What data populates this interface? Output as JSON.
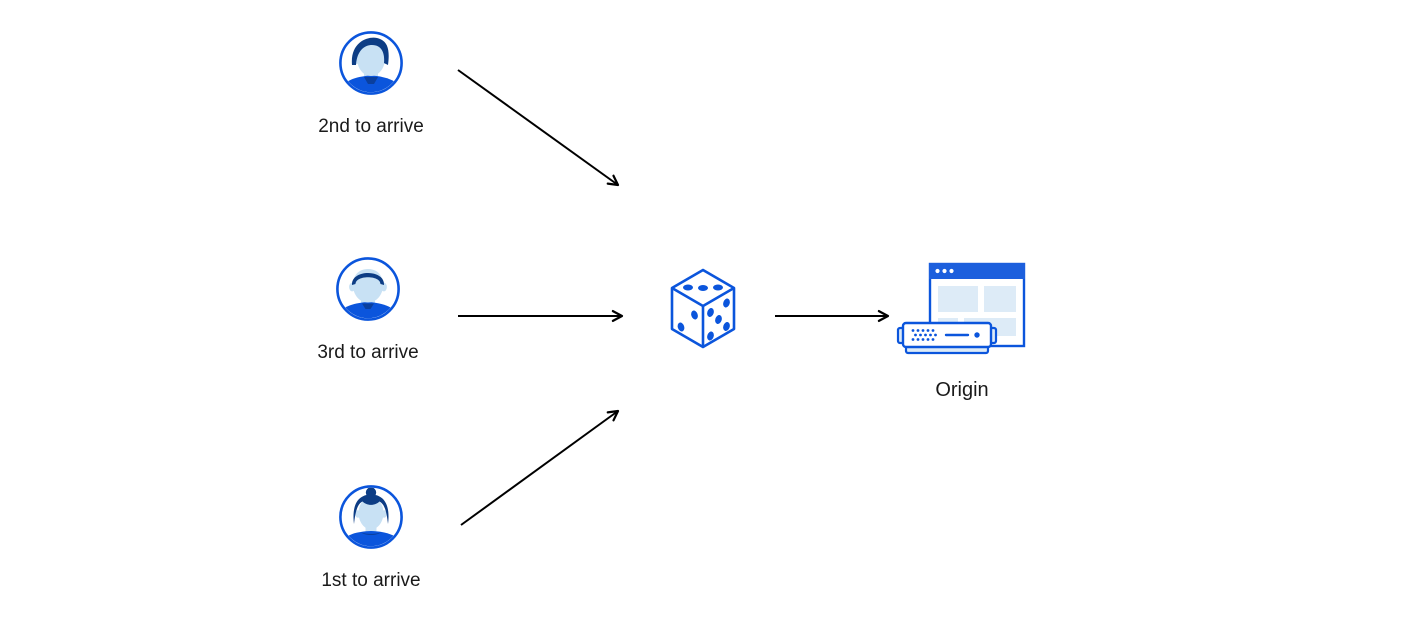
{
  "diagram": {
    "users": [
      {
        "id": "user-2nd-to-arrive",
        "label": "2nd to arrive",
        "avatar": "man-swept-hair-avatar"
      },
      {
        "id": "user-3rd-to-arrive",
        "label": "3rd to arrive",
        "avatar": "man-short-hair-avatar"
      },
      {
        "id": "user-1st-to-arrive",
        "label": "1st to arrive",
        "avatar": "woman-bun-avatar"
      }
    ],
    "hub": {
      "id": "dice",
      "icon": "dice-icon",
      "pips": {
        "top_face": 3,
        "left_face": 2,
        "right_face": 5
      }
    },
    "origin": {
      "id": "origin",
      "label": "Origin",
      "icon": "origin-server-icon",
      "parts": [
        "browser-window",
        "server-appliance"
      ]
    },
    "edges": [
      {
        "from": "user-2nd-to-arrive",
        "to": "dice"
      },
      {
        "from": "user-3rd-to-arrive",
        "to": "dice"
      },
      {
        "from": "user-1st-to-arrive",
        "to": "dice"
      },
      {
        "from": "dice",
        "to": "origin"
      }
    ],
    "colors": {
      "background": "#ffffff",
      "arrow": "#000000",
      "icon_blue": "#0b55dc",
      "titlebar_blue": "#1c5fdd",
      "hair_navy": "#0d3d85",
      "face_light_blue": "#c8e1f4",
      "pale_blue": "#ddebf7",
      "label_text": "#1a1a1a"
    }
  }
}
